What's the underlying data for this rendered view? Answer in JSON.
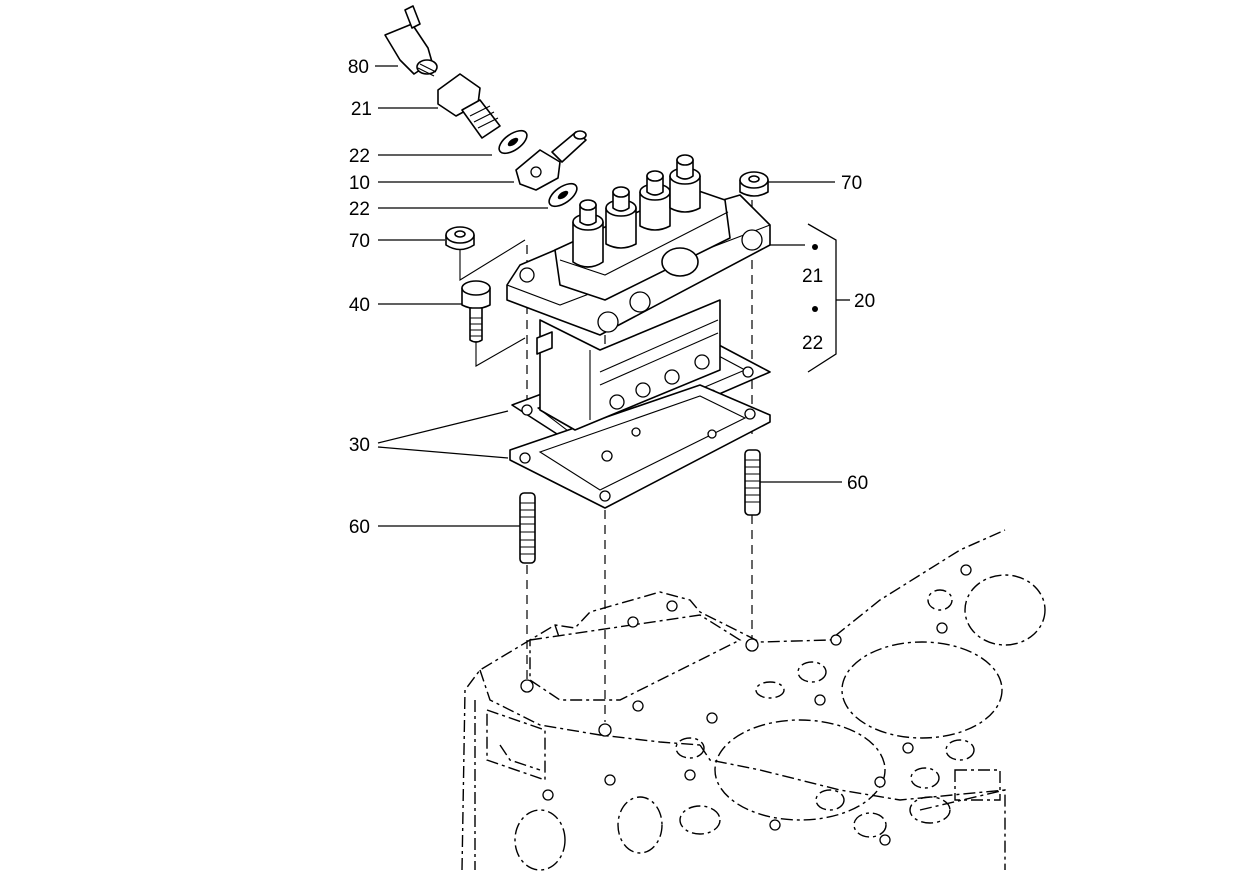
{
  "callouts": {
    "p80": "80",
    "p21_top": "21",
    "p22_a": "22",
    "p10": "10",
    "p22_b": "22",
    "p70_left": "70",
    "p70_right": "70",
    "p40": "40",
    "p20": "20",
    "p20_sub21": "21",
    "p20_sub22": "22",
    "p30": "30",
    "p60_left": "60",
    "p60_right": "60"
  }
}
